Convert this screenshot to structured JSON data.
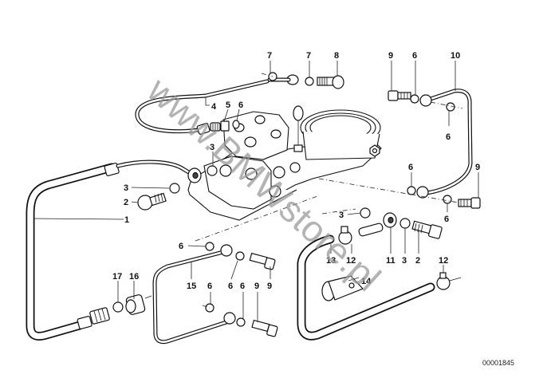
{
  "diagram": {
    "title": "Fuel lines with banjo fittings — parts exploded view",
    "diagram_number": "00001845",
    "watermark": "www.BMWstore.pl",
    "callouts": [
      {
        "id": "c-7a",
        "label": "7"
      },
      {
        "id": "c-7b",
        "label": "7"
      },
      {
        "id": "c-8",
        "label": "8"
      },
      {
        "id": "c-9a",
        "label": "9"
      },
      {
        "id": "c-6a",
        "label": "6"
      },
      {
        "id": "c-10",
        "label": "10"
      },
      {
        "id": "c-6b",
        "label": "6"
      },
      {
        "id": "c-4",
        "label": "4"
      },
      {
        "id": "c-5",
        "label": "5"
      },
      {
        "id": "c-6c",
        "label": "6"
      },
      {
        "id": "c-3a",
        "label": "3"
      },
      {
        "id": "c-3b",
        "label": "3"
      },
      {
        "id": "c-2a",
        "label": "2"
      },
      {
        "id": "c-1",
        "label": "1"
      },
      {
        "id": "c-6d",
        "label": "6"
      },
      {
        "id": "c-9b",
        "label": "9"
      },
      {
        "id": "c-6e",
        "label": "6"
      },
      {
        "id": "c-3c",
        "label": "3"
      },
      {
        "id": "c-6f",
        "label": "6"
      },
      {
        "id": "c-15",
        "label": "15"
      },
      {
        "id": "c-6g",
        "label": "6"
      },
      {
        "id": "c-9c",
        "label": "9"
      },
      {
        "id": "c-6h",
        "label": "6"
      },
      {
        "id": "c-6i",
        "label": "6"
      },
      {
        "id": "c-9d",
        "label": "9"
      },
      {
        "id": "c-17",
        "label": "17"
      },
      {
        "id": "c-16",
        "label": "16"
      },
      {
        "id": "c-13",
        "label": "13"
      },
      {
        "id": "c-12a",
        "label": "12"
      },
      {
        "id": "c-11",
        "label": "11"
      },
      {
        "id": "c-3d",
        "label": "3"
      },
      {
        "id": "c-2b",
        "label": "2"
      },
      {
        "id": "c-12b",
        "label": "12"
      },
      {
        "id": "c-14",
        "label": "14"
      }
    ]
  }
}
